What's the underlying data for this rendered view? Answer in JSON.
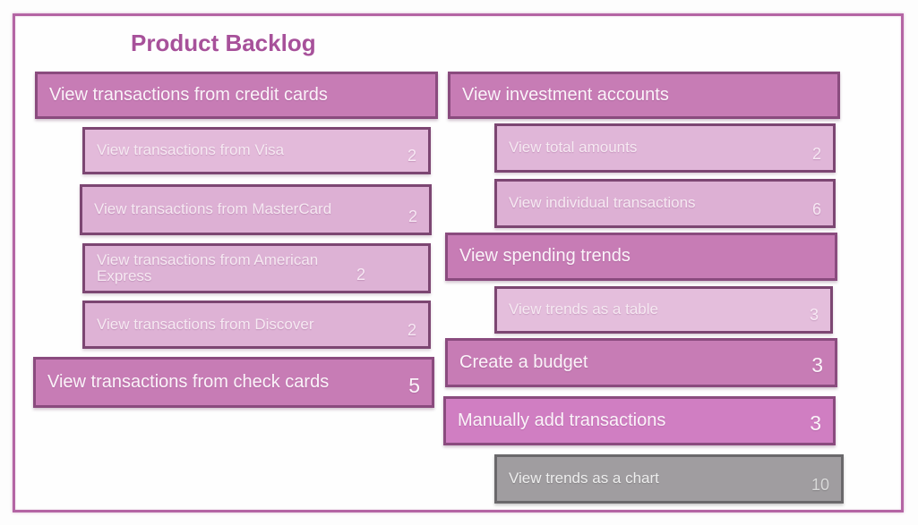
{
  "title": "Product Backlog",
  "colors": {
    "frame_border": "#b465a4",
    "title_text": "#a7519a",
    "parent_card_fill": "#c77cb5",
    "parent_card_fill_bright": "#d07ec2",
    "parent_card_border": "#8a4b7e",
    "child_card_fill": "#e0b5d7",
    "child_card_border": "#7c4672",
    "gray_card_fill": "#a09da0",
    "gray_card_border": "#6a686b",
    "card_text": "#fbf3f9"
  },
  "backlog": {
    "left": [
      {
        "label": "View transactions from credit cards",
        "points": ""
      },
      {
        "label": "View transactions from Visa",
        "points": "2"
      },
      {
        "label": "View transactions from MasterCard",
        "points": "2"
      },
      {
        "label": "View transactions from American Express",
        "points": "2"
      },
      {
        "label": "View transactions from Discover",
        "points": "2"
      },
      {
        "label": "View transactions from check cards",
        "points": "5"
      }
    ],
    "right": [
      {
        "label": "View investment accounts",
        "points": ""
      },
      {
        "label": "View total amounts",
        "points": "2"
      },
      {
        "label": "View individual transactions",
        "points": "6"
      },
      {
        "label": "View spending trends",
        "points": ""
      },
      {
        "label": "View trends as a table",
        "points": "3"
      },
      {
        "label": "Create a budget",
        "points": "3"
      },
      {
        "label": "Manually add transactions",
        "points": "3"
      },
      {
        "label": "View trends as a chart",
        "points": "10"
      }
    ]
  }
}
